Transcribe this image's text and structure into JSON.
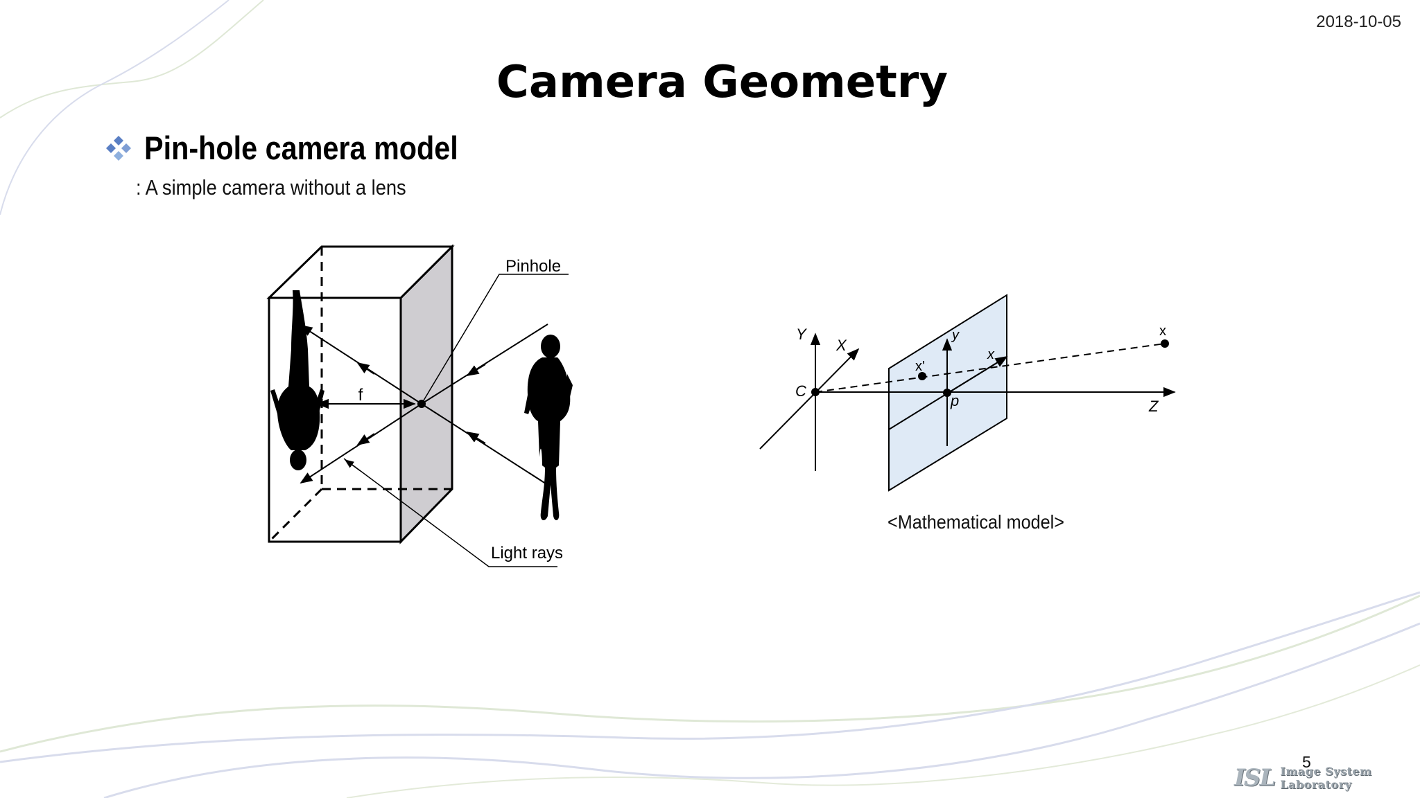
{
  "header": {
    "date": "2018-10-05"
  },
  "slide": {
    "title": "Camera Geometry",
    "bullet": {
      "icon": "diamond-cluster-icon",
      "title": "Pin-hole camera model"
    },
    "subtitle": ": A simple camera without a lens"
  },
  "pinhole_diagram": {
    "pinhole_label": "Pinhole",
    "light_rays_label": "Light rays",
    "focal_label": "f",
    "box_side_color": "#cfcdd1"
  },
  "math_model": {
    "caption": "<Mathematical model>",
    "axis_Y": "Y",
    "axis_X": "X",
    "axis_Z": "Z",
    "center_C": "C",
    "principal_p": "p",
    "image_y": "y",
    "image_x": "x",
    "image_point": "x'",
    "world_point": "x",
    "plane_color": "#dfeaf6"
  },
  "footer": {
    "page_number": "5",
    "logo_mark": "ISL",
    "logo_text": "Image System Laboratory"
  }
}
